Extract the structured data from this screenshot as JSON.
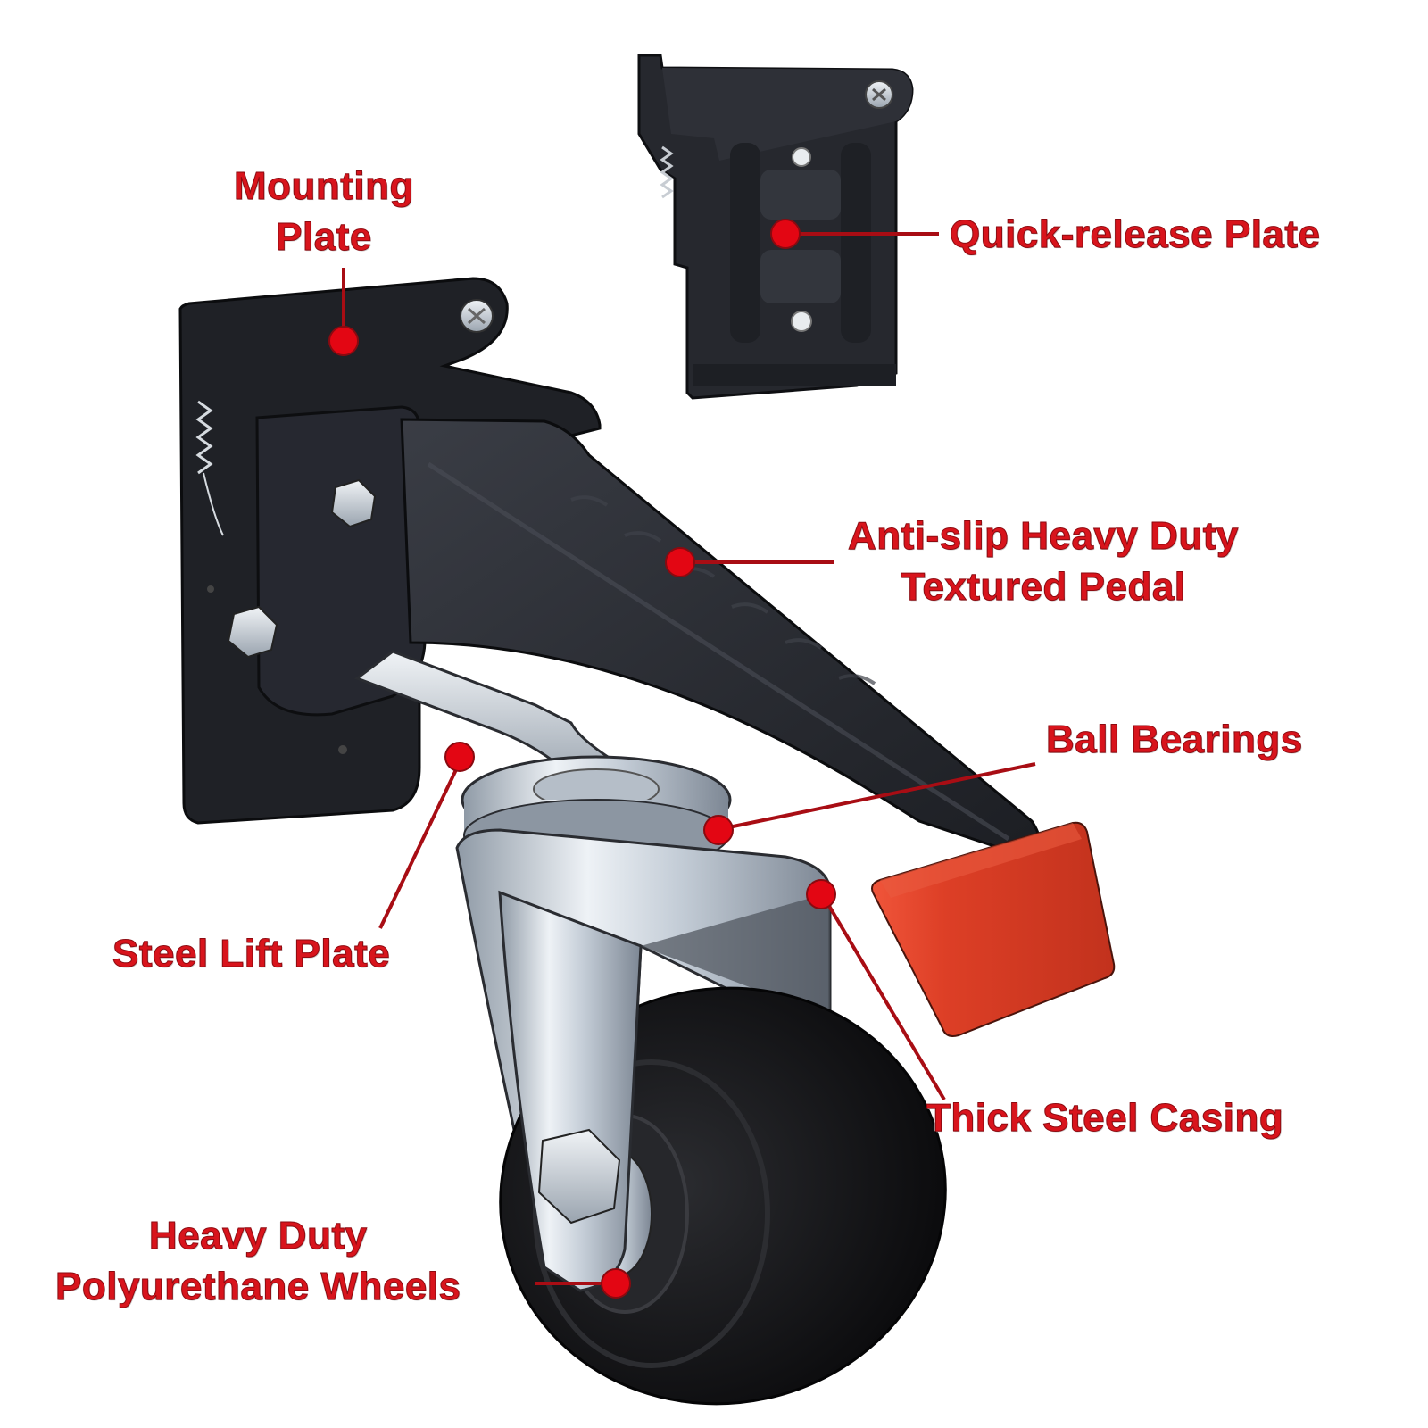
{
  "colors": {
    "label_red": "#d8141c",
    "callout_line": "#a80d14",
    "callout_dot": "#e30613",
    "steel_black": "#23252b",
    "zinc_steel": "#cfd6de",
    "pedal_cap_orange": "#e0432b",
    "wheel_black": "#141416",
    "background": "#ffffff"
  },
  "callouts": [
    {
      "id": "mounting-plate",
      "lines": [
        "Mounting",
        "Plate"
      ],
      "part_icon": "mounting-plate-icon"
    },
    {
      "id": "quick-release-plate",
      "lines": [
        "Quick-release Plate"
      ],
      "part_icon": "quick-release-plate-icon"
    },
    {
      "id": "anti-slip-pedal",
      "lines": [
        "Anti-slip Heavy Duty",
        "Textured Pedal"
      ],
      "part_icon": "pedal-icon"
    },
    {
      "id": "ball-bearings",
      "lines": [
        "Ball Bearings"
      ],
      "part_icon": "ball-bearing-icon"
    },
    {
      "id": "steel-lift-plate",
      "lines": [
        "Steel Lift Plate"
      ],
      "part_icon": "lift-plate-icon"
    },
    {
      "id": "thick-steel-casing",
      "lines": [
        "Thick Steel Casing"
      ],
      "part_icon": "casing-icon"
    },
    {
      "id": "polyurethane-wheels",
      "lines": [
        "Heavy Duty",
        "Polyurethane Wheels"
      ],
      "part_icon": "wheel-icon"
    }
  ]
}
